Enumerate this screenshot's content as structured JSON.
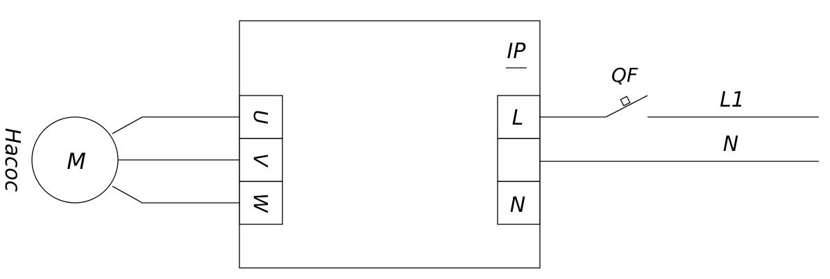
{
  "diagram": {
    "device_label": "IP",
    "motor_label": "M",
    "pump_label": "Насос",
    "breaker_label": "QF",
    "output_terminals": [
      "U",
      "V",
      "W"
    ],
    "input_terminals": [
      "L",
      "",
      "N"
    ],
    "line_labels": [
      "L1",
      "N"
    ]
  },
  "colors": {
    "line": "#000000",
    "background": "#ffffff"
  }
}
